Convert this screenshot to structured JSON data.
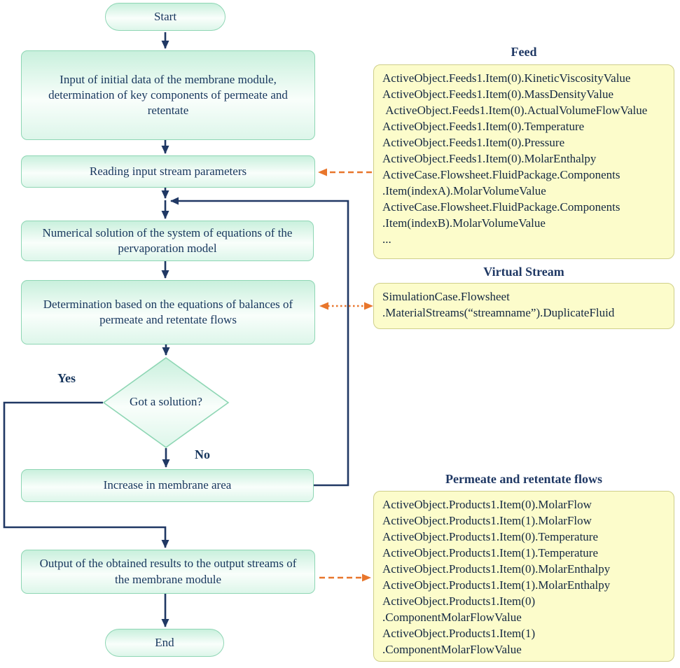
{
  "flowchart": {
    "start_label": "Start",
    "end_label": "End",
    "nodes": {
      "input": "Input of initial data of the membrane module, determination of key components of permeate and retentate",
      "reading": "Reading input stream parameters",
      "numerical": "Numerical solution of the system of equations of the pervaporation model",
      "determination": "Determination based on the equations of balances of permeate and retentate flows",
      "decision": "Got a solution?",
      "increase": "Increase in membrane area",
      "output": "Output of the obtained results to the output streams of the membrane module"
    },
    "branch_labels": {
      "yes": "Yes",
      "no": "No"
    }
  },
  "panels": [
    {
      "title": "Feed",
      "lines": [
        "ActiveObject.Feeds1.Item(0).KineticViscosityValue",
        "ActiveObject.Feeds1.Item(0).MassDensityValue",
        " ActiveObject.Feeds1.Item(0).ActualVolumeFlowValue",
        "ActiveObject.Feeds1.Item(0).Temperature",
        "ActiveObject.Feeds1.Item(0).Pressure",
        "ActiveObject.Feeds1.Item(0).MolarEnthalpy",
        "ActiveCase.Flowsheet.FluidPackage.Components",
        ".Item(indexA).MolarVolumeValue",
        "ActiveCase.Flowsheet.FluidPackage.Components",
        ".Item(indexB).MolarVolumeValue",
        "..."
      ]
    },
    {
      "title": "Virtual Stream",
      "lines": [
        "SimulationCase.Flowsheet",
        ".MaterialStreams(“streamname”).DuplicateFluid"
      ]
    },
    {
      "title": "Permeate and retentate flows",
      "lines": [
        "ActiveObject.Products1.Item(0).MolarFlow",
        "ActiveObject.Products1.Item(1).MolarFlow",
        "ActiveObject.Products1.Item(0).Temperature",
        "ActiveObject.Products1.Item(1).Temperature",
        "ActiveObject.Products1.Item(0).MolarEnthalpy",
        "ActiveObject.Products1.Item(1).MolarEnthalpy",
        "ActiveObject.Products1.Item(0)",
        ".ComponentMolarFlowValue",
        "ActiveObject.Products1.Item(1)",
        ".ComponentMolarFlowValue"
      ]
    }
  ],
  "colors": {
    "node_border": "#8ed6b4",
    "node_text": "#17365d",
    "flow_arrow": "#203864",
    "connector_arrow": "#e8762c",
    "panel_bg": "#fcfccb",
    "panel_border": "#cfcf8a",
    "title_text": "#1f3864"
  }
}
